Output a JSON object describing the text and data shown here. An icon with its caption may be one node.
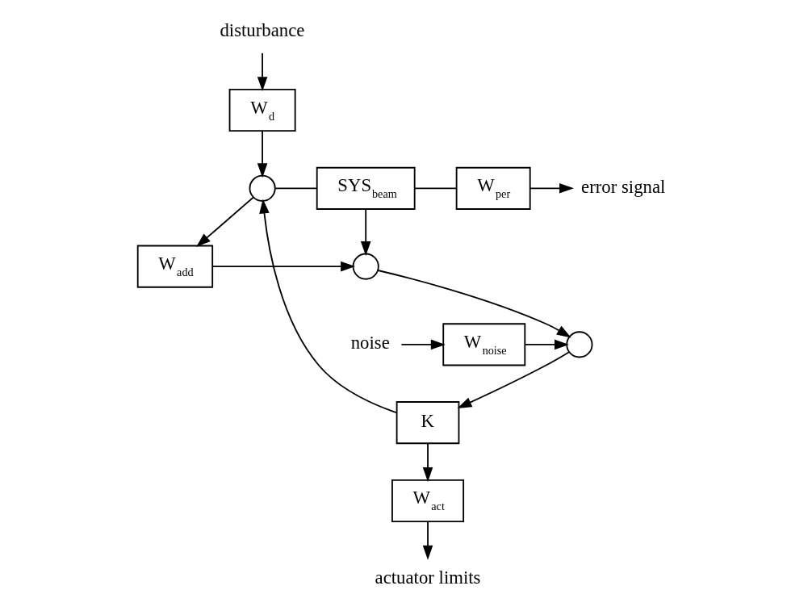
{
  "diagram": {
    "nodes": [
      {
        "text": [
          "disturbance"
        ]
      },
      {
        "text": [
          "W$_{d}$"
        ]
      },
      {
        "text": [],
        "shape": "circle"
      },
      {
        "text": [
          "error signal"
        ]
      },
      {
        "text": [
          "W$_{per}$"
        ]
      },
      {
        "text": [
          "SYS$_{beam}$"
        ]
      },
      {
        "text": [],
        "shape": "circle"
      },
      {
        "text": [
          "W$_{add}$"
        ]
      },
      {
        "text": [],
        "shape": "circle"
      },
      {
        "text": [
          "W$_{noise}$"
        ]
      },
      {
        "text": [
          "noise"
        ]
      },
      {
        "text": [
          "K"
        ]
      },
      {
        "text": [
          "W$_{act}$"
        ]
      },
      {
        "text": [
          "actuator limits"
        ]
      }
    ],
    "edges": [
      {
        "from": 0,
        "to": 1,
        "arrow": "to"
      },
      {
        "from": 1,
        "to": 2,
        "arrow": "to"
      },
      {
        "from": 2,
        "to": 5,
        "arrow": "none"
      },
      {
        "from": 2,
        "to": 7,
        "arrow": "to"
      },
      {
        "from": 5,
        "to": 4,
        "arrow": "none"
      },
      {
        "from": 4,
        "to": 3,
        "arrow": "to"
      },
      {
        "from": 5,
        "to": 6,
        "arrow": "to"
      },
      {
        "from": 7,
        "to": 6,
        "arrow": "to"
      },
      {
        "from": 6,
        "to": 8,
        "arrow": "to"
      },
      {
        "from": 10,
        "to": 9,
        "arrow": "to"
      },
      {
        "from": 9,
        "to": 8,
        "arrow": "to"
      },
      {
        "from": 8,
        "to": 11,
        "arrow": "to"
      },
      {
        "from": 11,
        "to": 12,
        "arrow": "to"
      },
      {
        "from": 11,
        "to": 2,
        "arrow": "to"
      },
      {
        "from": 12,
        "to": 13,
        "arrow": "to"
      }
    ]
  }
}
